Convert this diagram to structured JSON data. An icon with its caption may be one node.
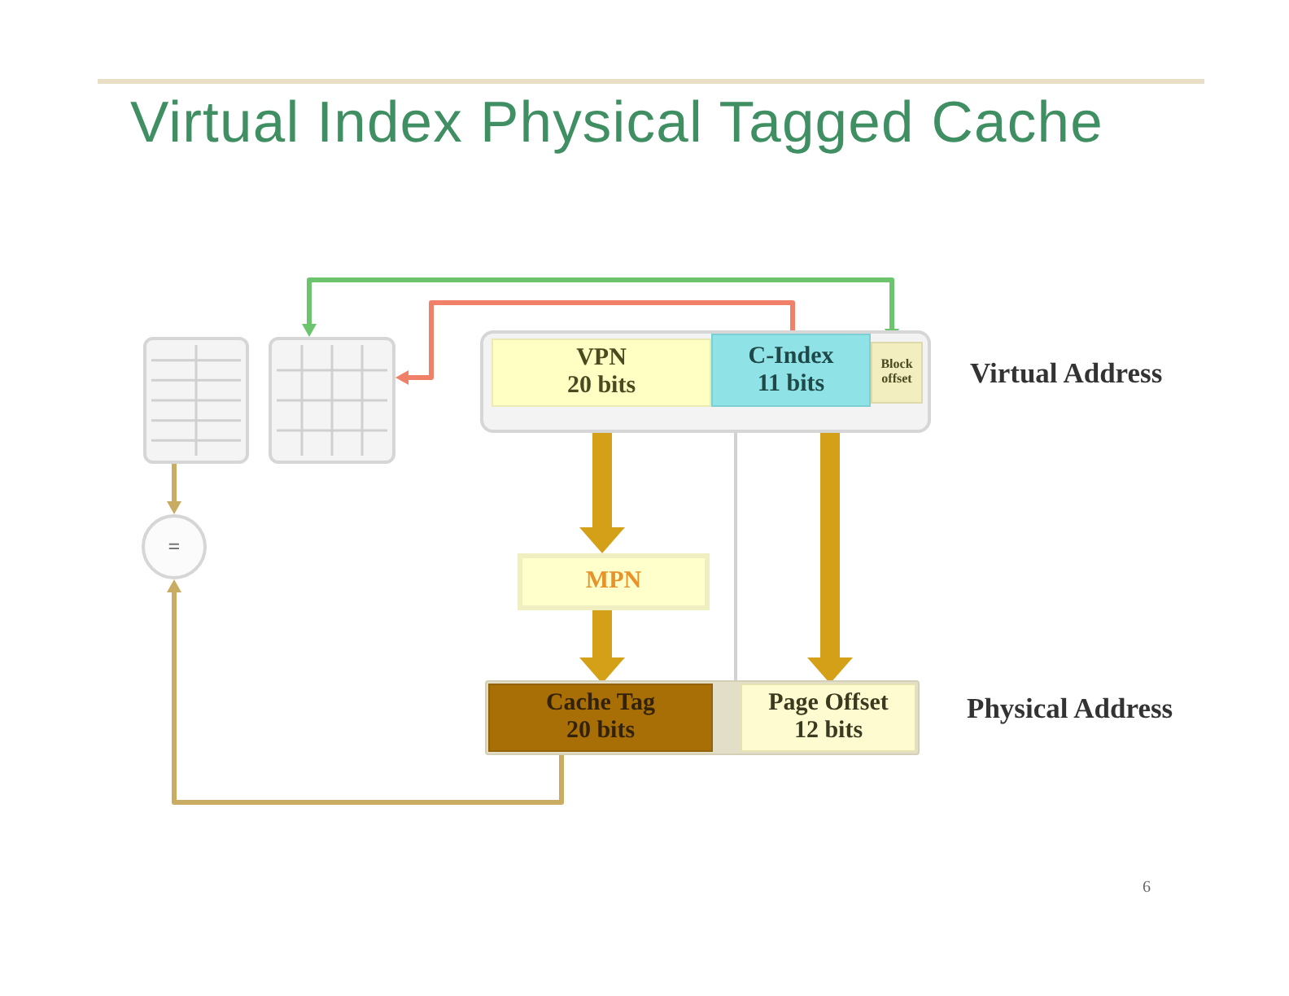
{
  "diagram": {
    "title": "Virtual Index Physical Tagged Cache",
    "nodes": [
      {
        "text": [],
        "shape": "table"
      },
      {
        "text": [],
        "shape": "table"
      },
      {
        "text": [],
        "shape": "box",
        "beside": [
          "Virtual Address"
        ]
      },
      {
        "text": [
          "VPN",
          "20 bits"
        ],
        "in": 2
      },
      {
        "text": [
          "C-Index",
          "11 bits"
        ],
        "in": 2
      },
      {
        "text": [
          "Block offset"
        ],
        "in": 2
      },
      {
        "text": [
          "MPN"
        ]
      },
      {
        "text": [],
        "shape": "box",
        "beside": [
          "Physical Address"
        ]
      },
      {
        "text": [
          "Cache Tag",
          "20 bits"
        ],
        "in": 7
      },
      {
        "text": [
          "Page Offset",
          "12 bits"
        ],
        "in": 7
      },
      {
        "text": [
          "="
        ]
      }
    ],
    "edges": [
      {
        "from": 4,
        "to": 1,
        "arrow": "to",
        "color": "#f08068"
      },
      {
        "from": 1,
        "to": 5,
        "arrow": "both",
        "color": "#6cc46c"
      },
      {
        "from": 0,
        "to": 10,
        "arrow": "to",
        "color": "#c9ab62"
      },
      {
        "from": 8,
        "to": 10,
        "arrow": "to",
        "color": "#c9ab62"
      },
      {
        "from": 2,
        "to": 6,
        "arrow": "to",
        "style": "thick"
      },
      {
        "from": 6,
        "to": 8,
        "arrow": "to",
        "style": "thick"
      },
      {
        "from": 2,
        "to": 9,
        "arrow": "to",
        "style": "thick"
      }
    ],
    "labels": [
      "6"
    ]
  }
}
